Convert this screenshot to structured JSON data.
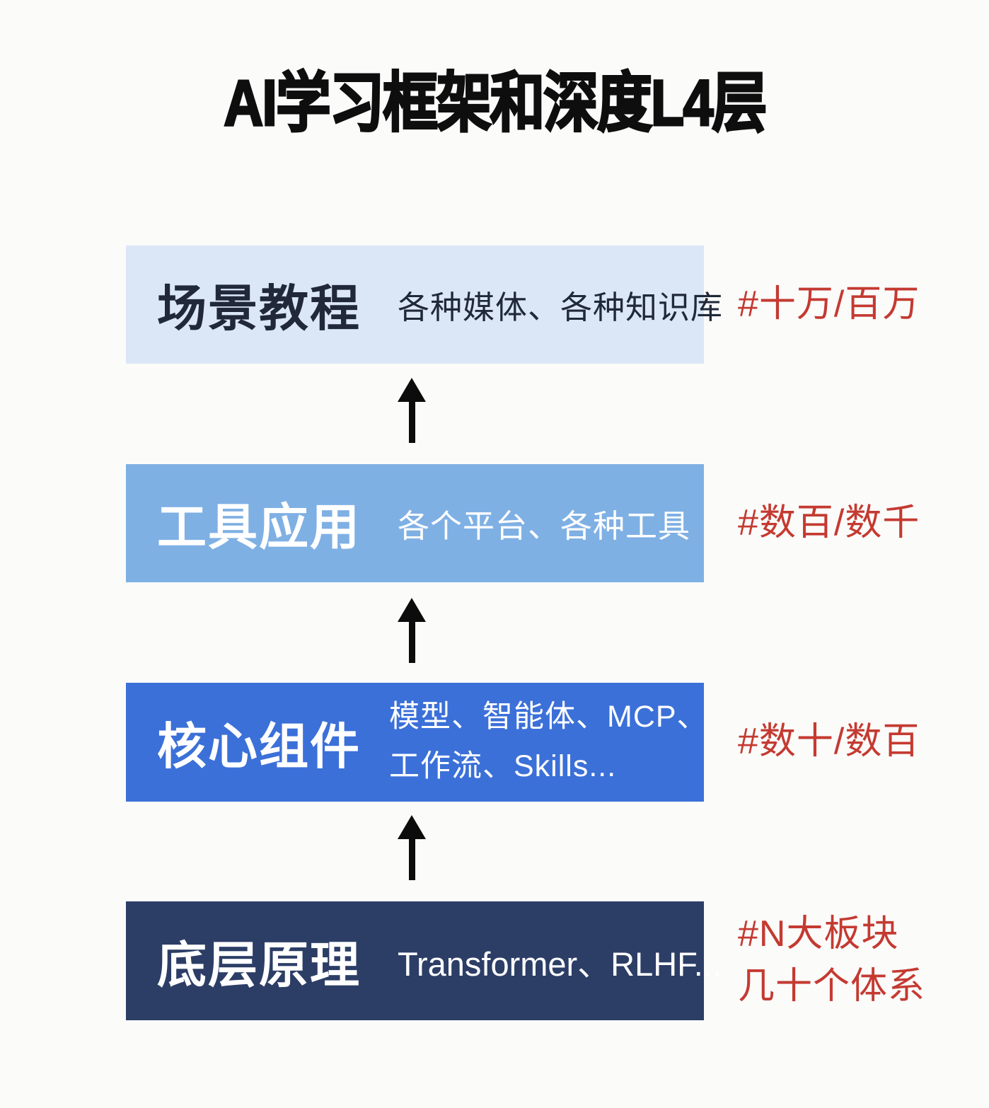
{
  "title": "AI学习框架和深度L4层",
  "colors": {
    "page_background": "#fbfbfa",
    "layer1_bg": "#dbe7f6",
    "layer2_bg": "#7fb0e4",
    "layer3_bg": "#3b70d8",
    "layer4_bg": "#2c3e66",
    "layer1_text": "#20283a",
    "light_text": "#ffffff",
    "annotation_red": "#c43a31",
    "arrow_black": "#0c0c0c",
    "title_black": "#0e0e0e"
  },
  "layers": [
    {
      "label": "场景教程",
      "detail": "各种媒体、各种知识库",
      "annotation": "#十万/百万"
    },
    {
      "label": "工具应用",
      "detail": "各个平台、各种工具",
      "annotation": "#数百/数千"
    },
    {
      "label": "核心组件",
      "detail_line1": "模型、智能体、MCP、",
      "detail_line2": "工作流、Skills...",
      "annotation": "#数十/数百"
    },
    {
      "label": "底层原理",
      "detail": "Transformer、RLHF...",
      "annotation_line1": "#N大板块",
      "annotation_line2": "几十个体系"
    }
  ]
}
